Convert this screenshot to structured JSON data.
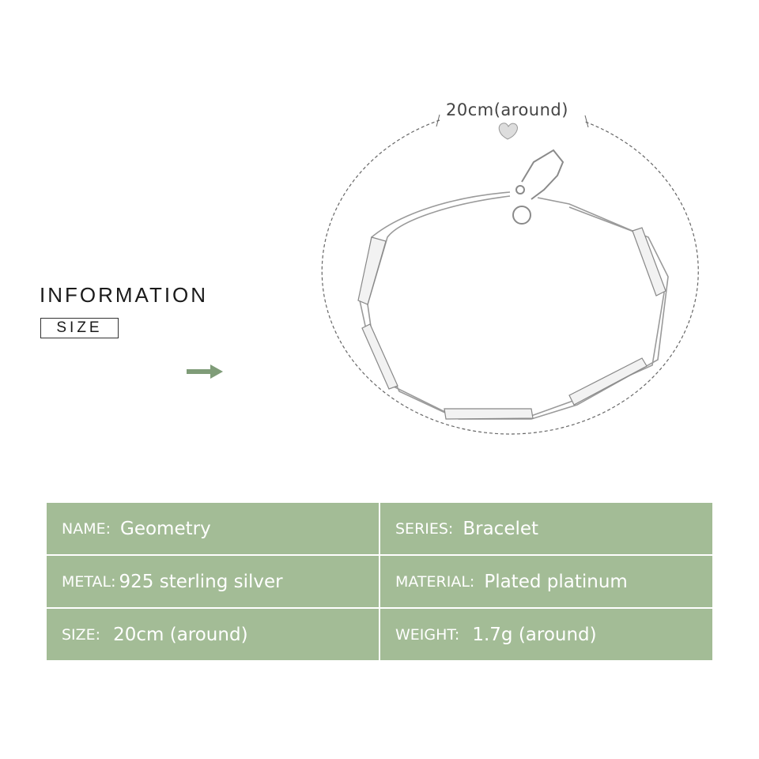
{
  "heading": "INFORMATION",
  "tag": "SIZE",
  "dimension_label": "20cm(around)",
  "colors": {
    "accent": "#a3bc96",
    "arrow": "#7f9c78"
  },
  "specs": [
    {
      "left": {
        "key": "NAME:",
        "value": "Geometry"
      },
      "right": {
        "key": "SERIES:",
        "value": "Bracelet"
      }
    },
    {
      "left": {
        "key": "METAL:",
        "value": "925 sterling silver"
      },
      "right": {
        "key": "MATERIAL:",
        "value": "Plated platinum"
      }
    },
    {
      "left": {
        "key": "SIZE:",
        "value": "20cm (around)"
      },
      "right": {
        "key": "WEIGHT:",
        "value": "1.7g (around)"
      }
    }
  ]
}
